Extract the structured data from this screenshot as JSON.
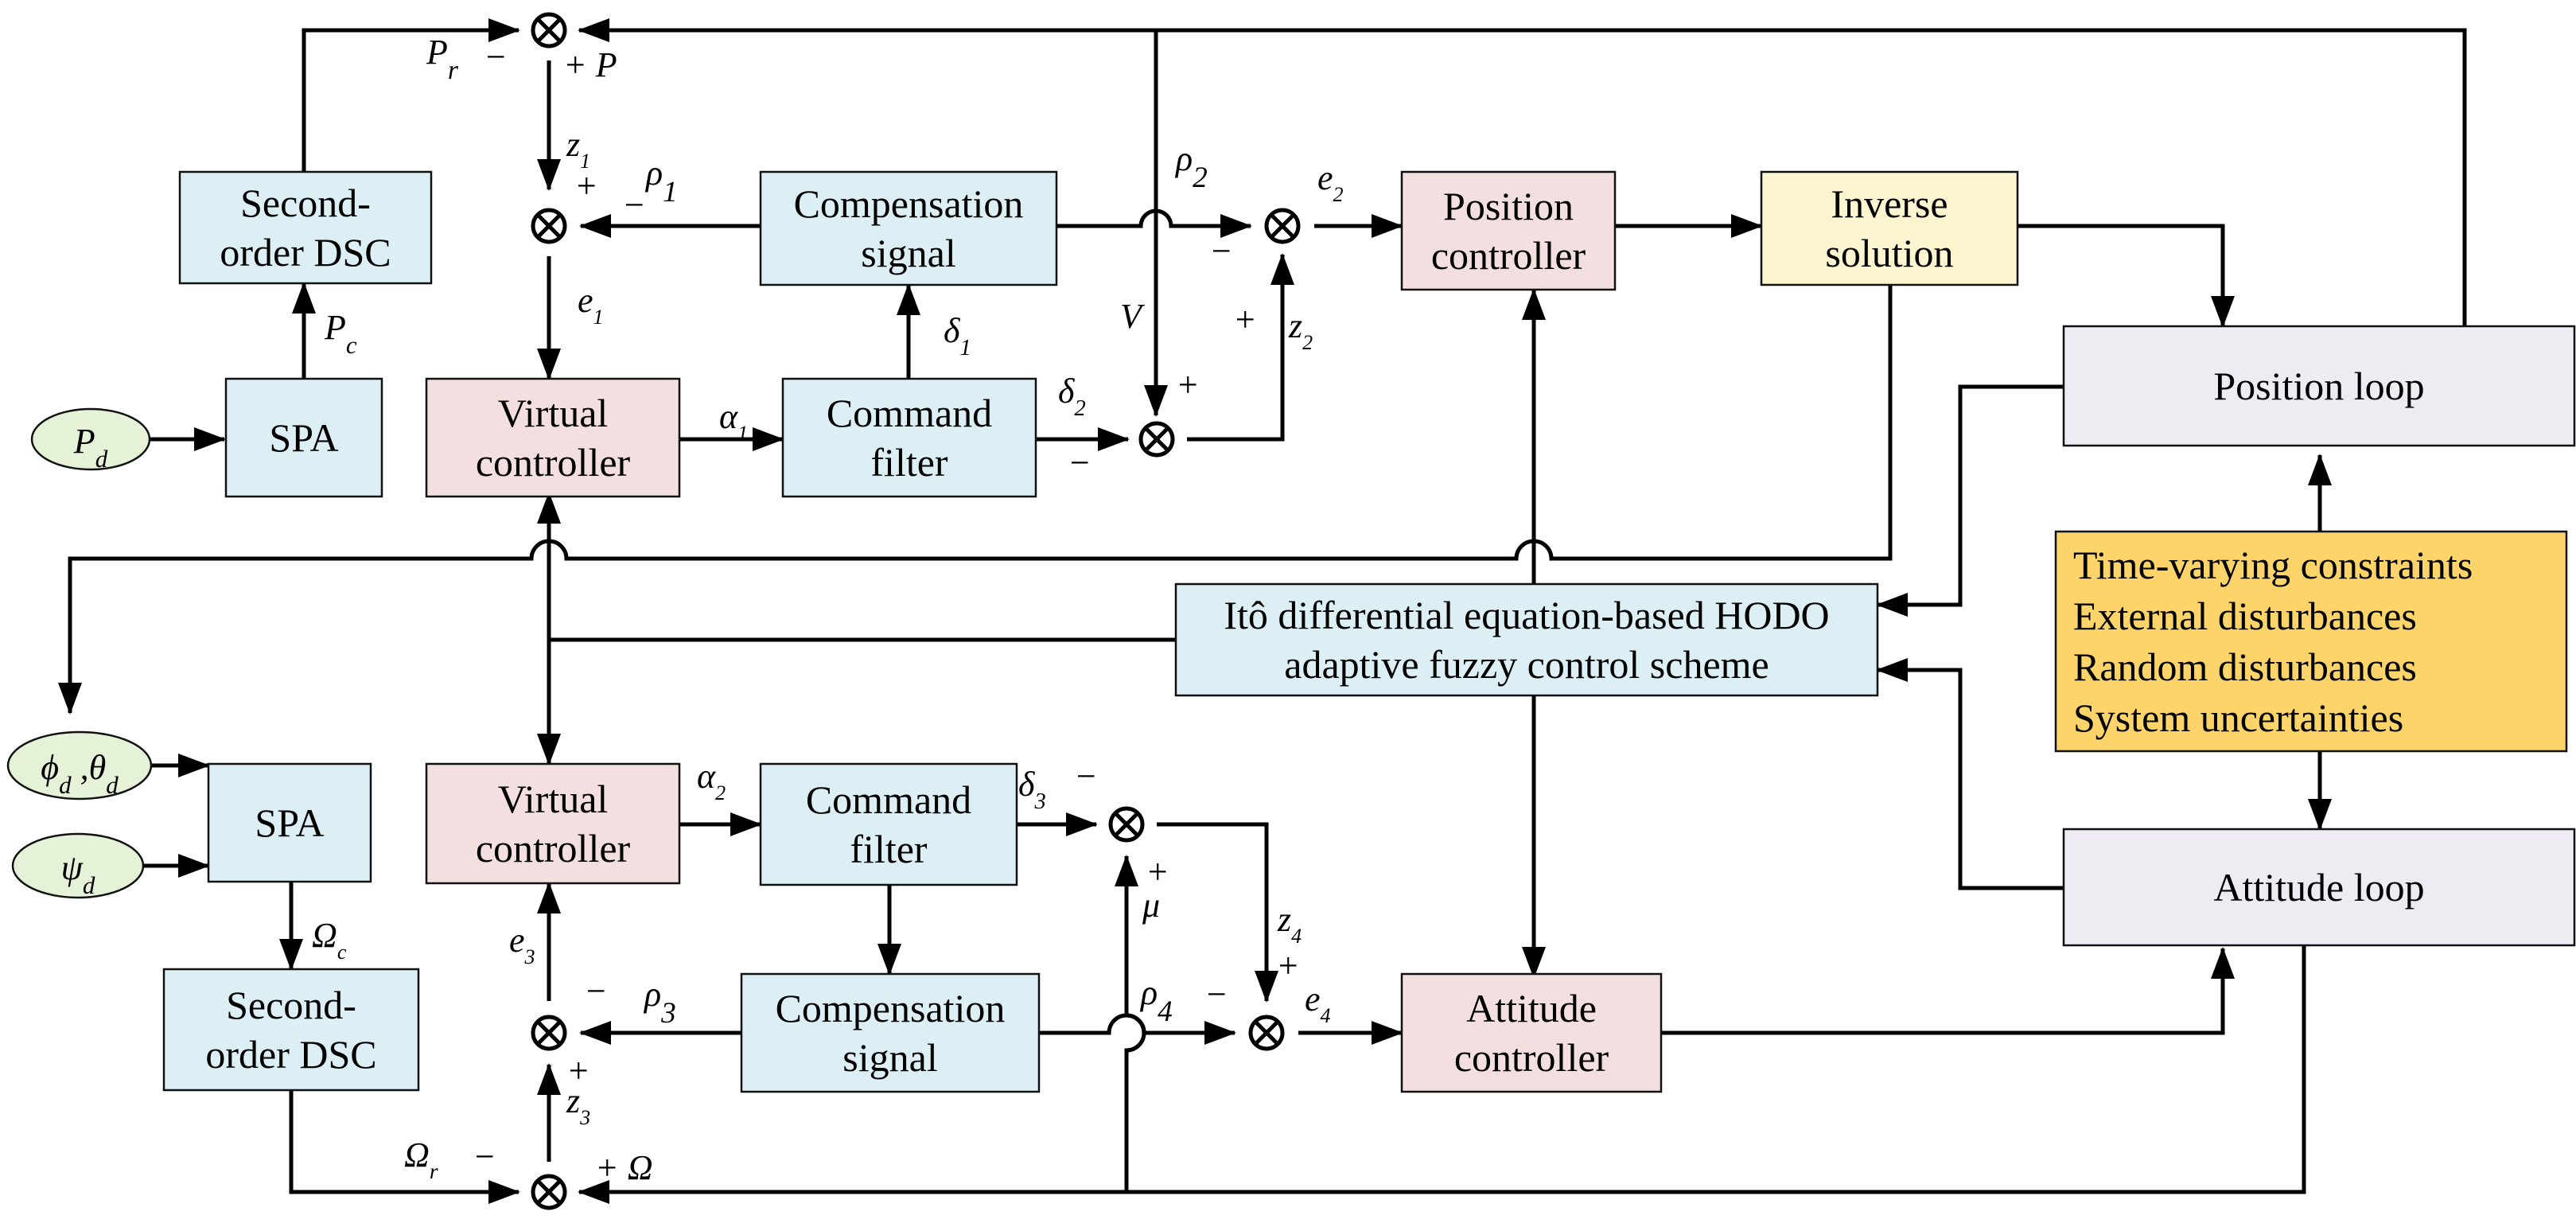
{
  "colors": {
    "blue": "#dceff5",
    "pink": "#f4dfe0",
    "yellow": "#fdf4d0",
    "lavender": "#eeebf3",
    "orange": "#fcd46a",
    "green": "#e6f2d8"
  },
  "blocks": {
    "dsc_top": [
      "Second-",
      "order DSC"
    ],
    "spa_top": [
      "SPA"
    ],
    "vc_top": [
      "Virtual",
      "controller"
    ],
    "comp_top": [
      "Compensation",
      "signal"
    ],
    "cf_top": [
      "Command",
      "filter"
    ],
    "pos_ctrl": [
      "Position",
      "controller"
    ],
    "inverse": [
      "Inverse",
      "solution"
    ],
    "pos_loop": [
      "Position loop"
    ],
    "constraints": [
      "Time-varying constraints",
      "External disturbances",
      "Random disturbances",
      "System uncertainties"
    ],
    "ito": [
      "Itô differential equation-based HODO",
      "adaptive fuzzy control scheme"
    ],
    "spa_bot": [
      "SPA"
    ],
    "dsc_bot": [
      "Second-",
      "order DSC"
    ],
    "vc_bot": [
      "Virtual",
      "controller"
    ],
    "cf_bot": [
      "Command",
      "filter"
    ],
    "comp_bot": [
      "Compensation",
      "signal"
    ],
    "att_ctrl": [
      "Attitude",
      "controller"
    ],
    "att_loop": [
      "Attitude loop"
    ]
  },
  "inputs": {
    "pd": "P_d",
    "phi_theta": "ϕ_d ,θ_d",
    "psi": "ψ_d"
  },
  "labels": {
    "Pr": "P_r",
    "minus1": "−",
    "plusP": "+ P",
    "z1": "z_1",
    "plus_z1": "+",
    "minus_rho1": "−",
    "rho1": "ρ_1",
    "e1": "e_1",
    "Pc": "P_c",
    "alpha1": "α_1",
    "delta1": "δ_1",
    "rho2": "ρ_2",
    "e2": "e_2",
    "minus_e2": "−",
    "V": "V",
    "delta2": "δ_2",
    "minus_d2": "−",
    "plus_V": "+",
    "plus_z2": "+",
    "z2": "z_2",
    "alpha2": "α_2",
    "delta3": "δ_3",
    "minus_d3": "−",
    "plus_mu": "+",
    "mu": "μ",
    "z4": "z_4",
    "plus_z4": "+",
    "rho4": "ρ_4",
    "minus_rho4": "−",
    "e4": "e_4",
    "e3": "e_3",
    "minus_rho3": "−",
    "rho3": "ρ_3",
    "plus_z3": "+",
    "z3": "z_3",
    "Omega_c": "Ω_c",
    "Omega_r": "Ω_r",
    "minus_Or": "−",
    "plusOmega": "+ Ω"
  }
}
